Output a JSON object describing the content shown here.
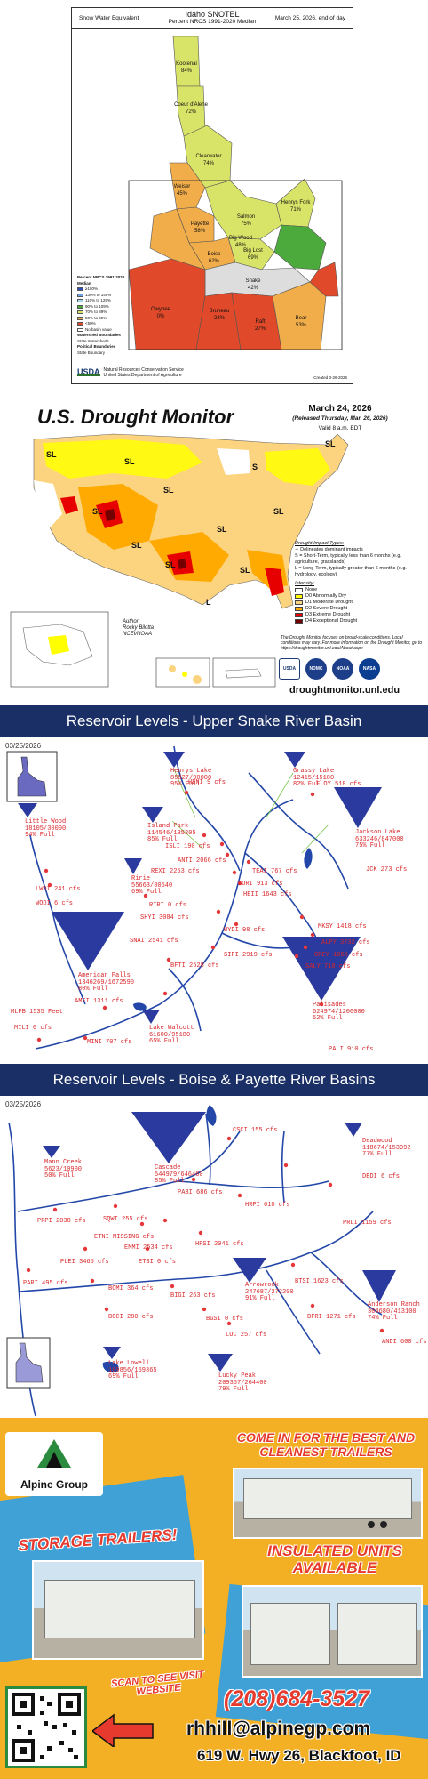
{
  "snotel": {
    "left_label": "Snow Water Equivalent",
    "title": "Idaho SNOTEL",
    "subtitle": "Percent NRCS 1991-2020 Median",
    "date": "March 25, 2026, end of day",
    "legend_title": "Percent NRCS 1991-2020 Median",
    "legend": [
      {
        "label": "≥150%",
        "color": "#2f4fb5"
      },
      {
        "label": "130% to 149%",
        "color": "#6ea0db"
      },
      {
        "label": "110% to 129%",
        "color": "#a8d8ee"
      },
      {
        "label": "90% to 109%",
        "color": "#4caa3c"
      },
      {
        "label": "70% to 89%",
        "color": "#d8e468"
      },
      {
        "label": "50% to 69%",
        "color": "#f1ad4a"
      },
      {
        "label": "<50%",
        "color": "#e04a2a"
      },
      {
        "label": "No basin value",
        "color": "#ffffff"
      }
    ],
    "boundaries_title": "Watershed Boundaries",
    "state_line": "State Watersheds",
    "political_title": "Political Boundaries",
    "state_boundary": "State Boundary",
    "agency1": "USDA",
    "agency2": "Natural Resources Conservation Service",
    "agency3": "United States Department of Agriculture",
    "created": "Created 3-26-2026",
    "basins": [
      {
        "name": "Kootenai",
        "value": "84%"
      },
      {
        "name": "Coeur d'Alene",
        "value": "72%"
      },
      {
        "name": "Clearwater",
        "value": "74%"
      },
      {
        "name": "Weiser",
        "value": "45%"
      },
      {
        "name": "Payette",
        "value": "58%"
      },
      {
        "name": "Salmon",
        "value": "75%"
      },
      {
        "name": "Big Lost",
        "value": "69%"
      },
      {
        "name": "Owyhee",
        "value": "0%"
      },
      {
        "name": "Bruneau",
        "value": "23%"
      },
      {
        "name": "Snake",
        "value": "42%"
      },
      {
        "name": "Bear",
        "value": "53%"
      },
      {
        "name": "Henrys Fork",
        "value": "71%"
      },
      {
        "name": "Boise",
        "value": "62%"
      },
      {
        "name": "Big Wood",
        "value": "48%"
      },
      {
        "name": "Raft",
        "value": "27%"
      }
    ]
  },
  "drought": {
    "title": "U.S. Drought Monitor",
    "date": "March 24, 2026",
    "released": "(Released Thursday, Mar. 26, 2026)",
    "valid": "Valid 8 a.m. EDT",
    "impact_title": "Drought Impact Types:",
    "impact_line": "Delineates dominant impacts",
    "impact_s": "S = Short-Term, typically less than 6 months (e.g. agriculture, grasslands)",
    "impact_l": "L = Long-Term, typically greater than 6 months (e.g. hydrology, ecology)",
    "intensity_title": "Intensity:",
    "intensity": [
      {
        "label": "None",
        "color": "#ffffff"
      },
      {
        "label": "D0 Abnormally Dry",
        "color": "#ffff00"
      },
      {
        "label": "D1 Moderate Drought",
        "color": "#fcd37f"
      },
      {
        "label": "D2 Severe Drought",
        "color": "#ffaa00"
      },
      {
        "label": "D3 Extreme Drought",
        "color": "#e60000"
      },
      {
        "label": "D4 Exceptional Drought",
        "color": "#730000"
      }
    ],
    "author_label": "Author:",
    "author_name": "Rocky Bilotta",
    "author_org": "NCEI/NOAA",
    "note": "The Drought Monitor focuses on broad-scale conditions. Local conditions may vary. For more information on the Drought Monitor, go to https://droughtmonitor.unl.edu/About.aspx",
    "url": "droughtmonitor.unl.edu",
    "logos": [
      "USDA",
      "NDMC",
      "NOAA",
      "NASA"
    ],
    "sl": "SL",
    "s": "S",
    "l": "L"
  },
  "banner1": "Reservoir Levels - Upper Snake River Basin",
  "banner2": "Reservoir Levels - Boise & Payette River Basins",
  "upper": {
    "date": "03/25/2026",
    "reservoirs": [
      {
        "name": "Henrys Lake",
        "vol": "85827/90000",
        "pct": "95% Full"
      },
      {
        "name": "Grassy Lake",
        "vol": "12415/15180",
        "pct": "82% Full"
      },
      {
        "name": "Island Park",
        "vol": "114546/135205",
        "pct": "85% Full"
      },
      {
        "name": "Jackson Lake",
        "vol": "633246/847000",
        "pct": "75% Full"
      },
      {
        "name": "Little Wood",
        "vol": "18105/30000",
        "pct": "94% Full"
      },
      {
        "name": "Ririe",
        "vol": "55663/80540",
        "pct": "69% Full"
      },
      {
        "name": "American Falls",
        "vol": "1346269/1672590",
        "pct": "80% Full"
      },
      {
        "name": "Palisades",
        "vol": "624974/1200000",
        "pct": "52% Full"
      },
      {
        "name": "Lake Walcott",
        "vol": "61600/95180",
        "pct": "65% Full"
      }
    ],
    "flows": [
      "HENI 9 cfs",
      "FLOY 518 cfs",
      "ISLI 190 cfs",
      "ANTI 2066 cfs",
      "REXI 2253 cfs",
      "TEAI 767 cfs",
      "LORI 913 cfs",
      "HEII 1643 cfs",
      "JCK 273 cfs",
      "RIRI 0 cfs",
      "SHYI 3084 cfs",
      "WYDI 98 cfs",
      "MKSY 1418 cfs",
      "ALPY 3732 cfs",
      "GREY 1065 cfs",
      "SALY 718 cfs",
      "LWDI 241 cfs",
      "WODI 6 cfs",
      "SNAI 2541 cfs",
      "SIFI 2919 cfs",
      "BFTI 2528 cfs",
      "AMFI 1311 cfs",
      "MLFB 1535 Feet",
      "MILI 0 cfs",
      "MINI 707 cfs",
      "PALI 910 cfs"
    ]
  },
  "boise": {
    "date": "03/25/2026",
    "reservoirs": [
      {
        "name": "Mann Creek",
        "vol": "5623/10900",
        "pct": "50% Full"
      },
      {
        "name": "Cascade",
        "vol": "544979/646460",
        "pct": "85% Full"
      },
      {
        "name": "Deadwood",
        "vol": "118674/153992",
        "pct": "77% Full"
      },
      {
        "name": "Arrowrock",
        "vol": "247687/272200",
        "pct": "91% Full"
      },
      {
        "name": "Anderson Ranch",
        "vol": "304680/413100",
        "pct": "74% Full"
      },
      {
        "name": "Lake Lowell",
        "vol": "109856/159365",
        "pct": "69% Full"
      },
      {
        "name": "Lucky Peak",
        "vol": "209357/264400",
        "pct": "79% Full"
      }
    ],
    "flows": [
      "CSCI 155 cfs",
      "DEDI 6 cfs",
      "PABI 686 cfs",
      "HRPI 610 cfs",
      "PRLI 1159 cfs",
      "PRPI 2038 cfs",
      "SQWI 255 cfs",
      "ETNI MISSING cfs",
      "EMMI 2534 cfs",
      "HRSI 2041 cfs",
      "PLEI 3465 cfs",
      "ETSI 0 cfs",
      "PARI 495 cfs",
      "BOMI 364 cfs",
      "BIGI 263 cfs",
      "BOCI 280 cfs",
      "BTSI 1623 cfs",
      "BFRI 1271 cfs",
      "BGSI 0 cfs",
      "LUC 257 cfs",
      "ANDI 600 cfs"
    ]
  },
  "ad": {
    "company": "Alpine Group",
    "headline": "COME IN FOR THE BEST AND CLEANEST TRAILERS",
    "storage": "STORAGE TRAILERS!",
    "insulated": "INSULATED UNITS AVAILABLE",
    "scan": "SCAN TO SEE VISIT WEBSITE",
    "phone": "(208)684-3527",
    "email": "rhhill@alpinegp.com",
    "address": "619 W. Hwy 26, Blackfoot, ID"
  }
}
